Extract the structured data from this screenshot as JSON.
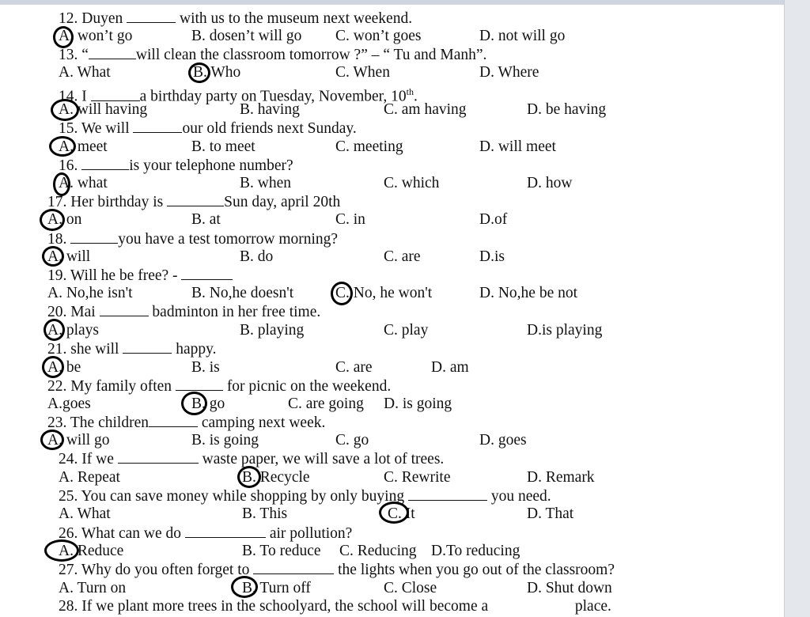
{
  "questions": [
    {
      "n": "12",
      "parts": [
        "12. Duyen ",
        " with us to the museum next weekend."
      ],
      "blanks": [
        62
      ]
    },
    {
      "n": "13",
      "parts": [
        "13. “",
        "will clean the classroom tomorrow ?” – “ Tu and Manh”."
      ],
      "blanks": [
        60
      ]
    },
    {
      "n": "14",
      "parts": [
        "14. I ",
        "a birthday party on Tuesday, November, 10",
        "."
      ],
      "sup": "th",
      "blanks": [
        62
      ]
    },
    {
      "n": "15",
      "parts": [
        "15. We will ",
        "our old friends next Sunday."
      ],
      "blanks": [
        62
      ]
    },
    {
      "n": "16",
      "parts": [
        "16. ",
        "is your telephone number?"
      ],
      "blanks": [
        60
      ]
    },
    {
      "n": "17",
      "parts": [
        "17. Her birthday is ",
        "Sun day, april 20th"
      ],
      "blanks": [
        72
      ]
    },
    {
      "n": "18",
      "parts": [
        "18. ",
        "you have a test tomorrow morning?"
      ],
      "blanks": [
        60
      ]
    },
    {
      "n": "19",
      "parts": [
        "19. Will he be free? - ",
        ""
      ],
      "blanks": [
        65
      ]
    },
    {
      "n": "20",
      "parts": [
        "20. Mai ",
        " badminton in her free time."
      ],
      "blanks": [
        62
      ]
    },
    {
      "n": "21",
      "parts": [
        "21. she will ",
        " happy."
      ],
      "blanks": [
        62
      ]
    },
    {
      "n": "22",
      "parts": [
        "22. My family often ",
        " for picnic on the weekend."
      ],
      "blanks": [
        60
      ]
    },
    {
      "n": "23",
      "parts": [
        "23. The children",
        " camping next week."
      ],
      "blanks": [
        62
      ]
    },
    {
      "n": "24",
      "parts": [
        "24. If we ",
        " waste paper, we will save a lot of trees."
      ],
      "blanks": [
        102
      ]
    },
    {
      "n": "25",
      "parts": [
        "25. You can save money while shopping by only buying ",
        " you need."
      ],
      "blanks": [
        100
      ]
    },
    {
      "n": "26",
      "parts": [
        "26. What can we do ",
        " air pollution?"
      ],
      "blanks": [
        102
      ]
    },
    {
      "n": "27",
      "parts": [
        "27. Why do you often forget to ",
        " the lights when you go out of the classroom?"
      ],
      "blanks": [
        102
      ]
    },
    {
      "n": "28",
      "parts": [
        "28. If we plant more trees in the schoolyard, the school will become a ",
        " place."
      ],
      "blanks": [
        108
      ]
    }
  ],
  "options": {
    "12": [
      "A. won’t go",
      "B. dosen’t will go",
      "C. won’t goes",
      "D. not will go"
    ],
    "13": [
      "A. What",
      "B. Who",
      "C. When",
      "D. Where"
    ],
    "14": [
      "A. will having",
      "B. having",
      "C. am having",
      "D. be having"
    ],
    "15": [
      "A. meet",
      "B. to meet",
      "C. meeting",
      "D. will meet"
    ],
    "16": [
      "A. what",
      "B. when",
      "C. which",
      "D. how"
    ],
    "17": [
      "A. on",
      "B. at",
      "C. in",
      "D.of"
    ],
    "18": [
      "A. will",
      "B. do",
      "C. are",
      "D.is"
    ],
    "19": [
      "A. No,he isn't",
      "B. No,he doesn't",
      "C. No, he won't",
      "D. No,he be not"
    ],
    "20": [
      "A. plays",
      "B.  playing",
      "C. play",
      "D.is playing"
    ],
    "21": [
      "A. be",
      "B. is",
      "C. are",
      "D. am"
    ],
    "22": [
      "A.goes",
      "B. go",
      "C. are going",
      "D. is going"
    ],
    "23": [
      "A. will  go",
      "B. is  going",
      "C. go",
      "D. goes"
    ],
    "24": [
      "A. Repeat",
      "B. Recycle",
      "C. Rewrite",
      "D. Remark"
    ],
    "25": [
      "A. What",
      "B. This",
      "C. It",
      "D. That"
    ],
    "26": [
      "A. Reduce",
      "B. To reduce",
      "C. Reducing",
      "D.To reducing"
    ],
    "27": [
      "A. Turn on",
      "B. Turn off",
      "C. Close",
      "D. Shut down"
    ]
  },
  "marked_answers": {
    "12": "A",
    "13": "B",
    "14": "A",
    "15": "A",
    "16": "A",
    "17": "A",
    "18": "A",
    "19": "C",
    "20": "A",
    "21": "A",
    "22": "B",
    "23": "A",
    "24": "B",
    "25": "C",
    "26": "A",
    "27": "B"
  }
}
